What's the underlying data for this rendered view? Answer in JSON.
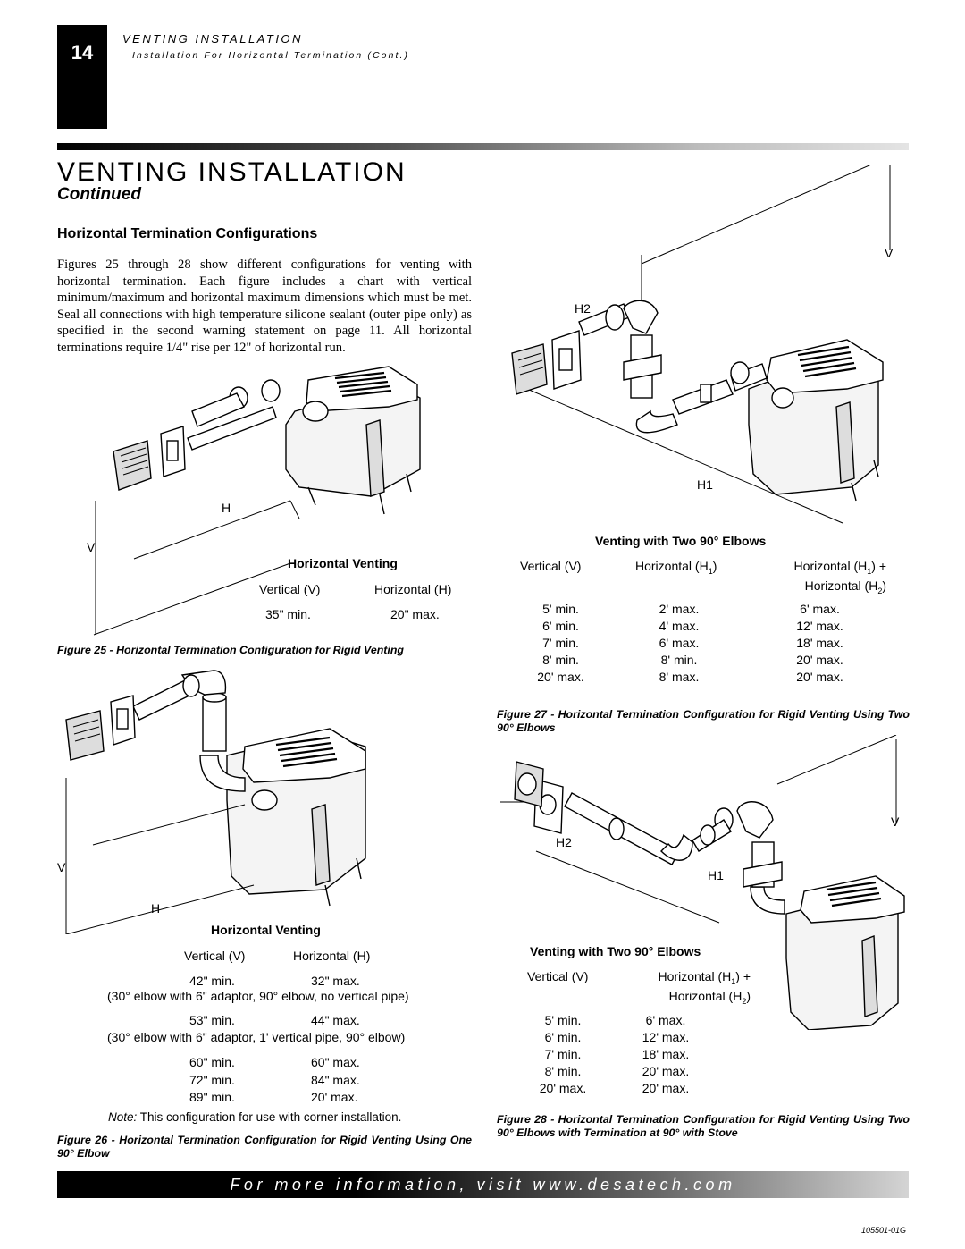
{
  "header": {
    "page_number": "14",
    "section": "VENTING INSTALLATION",
    "subsection": "Installation For Horizontal Termination (Cont.)"
  },
  "title": "VENTING INSTALLATION",
  "continued": "Continued",
  "section_heading": "Horizontal Termination Configurations",
  "intro": "Figures 25 through 28 show different configurations for venting with horizontal termination. Each figure includes a chart with vertical minimum/maximum and horizontal maximum dimensions which must be met. Seal all connections with high temperature silicone sealant (outer pipe only) as specified in the second warning statement on page 11. All horizontal terminations require 1/4\" rise per 12\" of horizontal run.",
  "fig25": {
    "label_v": "V",
    "label_h": "H",
    "table_title": "Horizontal Venting",
    "col_v": "Vertical (V)",
    "col_h": "Horizontal (H)",
    "rows": [
      [
        "35\" min.",
        "20\" max."
      ]
    ],
    "caption": "Figure 25 - Horizontal Termination Configuration for Rigid Venting"
  },
  "fig26": {
    "label_v": "V",
    "label_h": "H",
    "table_title": "Horizontal Venting",
    "col_v": "Vertical (V)",
    "col_h": "Horizontal (H)",
    "r1": [
      "42\" min.",
      "32\" max."
    ],
    "note1": "(30° elbow with 6\" adaptor, 90° elbow, no vertical pipe)",
    "r2": [
      "53\" min.",
      "44\" max."
    ],
    "note2": "(30° elbow with 6\" adaptor, 1' vertical pipe, 90° elbow)",
    "r3": [
      "60\" min.",
      "60\" max."
    ],
    "r4": [
      "72\" min.",
      "84\" max."
    ],
    "r5": [
      "89\" min.",
      "20' max."
    ],
    "note_label": "Note:",
    "note_text": " This configuration for use with corner installation.",
    "caption": "Figure 26 - Horizontal Termination Configuration for Rigid Venting Using One 90° Elbow"
  },
  "fig27": {
    "label_v": "V",
    "label_h1": "H1",
    "label_h2": "H2",
    "table_title": "Venting with Two 90° Elbows",
    "col_v": "Vertical (V)",
    "col_h1": "Horizontal (H",
    "col_h1_sub": "1",
    "col_h1_end": ")",
    "col_h1h2_a": "Horizontal (H",
    "col_h1h2_sub": "1",
    "col_h1h2_b": ") +",
    "col_h1h2_c": "Horizontal (H",
    "col_h1h2_sub2": "2",
    "col_h1h2_d": ")",
    "rows": [
      [
        "5' min.",
        "2' max.",
        "6' max."
      ],
      [
        "6' min.",
        "4' max.",
        "12' max."
      ],
      [
        "7' min.",
        "6' max.",
        "18' max."
      ],
      [
        "8' min.",
        "8' min.",
        "20' max."
      ],
      [
        "20' max.",
        "8' max.",
        "20' max."
      ]
    ],
    "caption": "Figure 27 - Horizontal Termination Configuration for Rigid Venting Using Two 90° Elbows"
  },
  "fig28": {
    "label_v": "V",
    "label_h1": "H1",
    "label_h2": "H2",
    "table_title": "Venting with Two 90° Elbows",
    "col_v": "Vertical (V)",
    "col_a": "Horizontal (H",
    "col_sub": "1",
    "col_b": ") +",
    "col_c": "Horizontal (H",
    "col_sub2": "2",
    "col_d": ")",
    "rows": [
      [
        "5' min.",
        "6' max."
      ],
      [
        "6' min.",
        "12' max."
      ],
      [
        "7' min.",
        "18' max."
      ],
      [
        "8' min.",
        "20' max."
      ],
      [
        "20' max.",
        "20' max."
      ]
    ],
    "caption": "Figure 28 - Horizontal Termination Configuration for Rigid Venting Using Two 90° Elbows with Termination at 90° with Stove"
  },
  "footer": "For more information, visit www.desatech.com",
  "doc_code": "105501-01G"
}
